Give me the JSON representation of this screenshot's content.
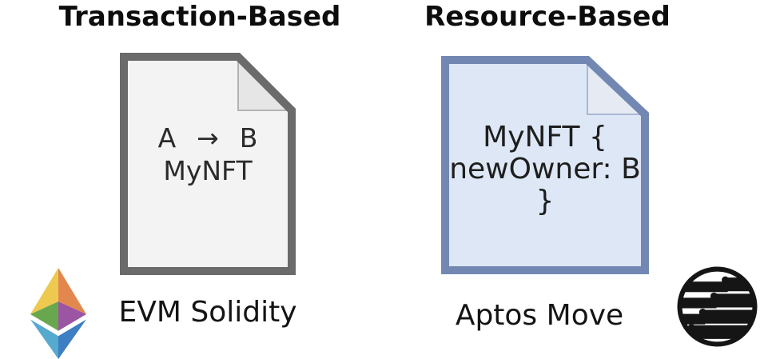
{
  "left": {
    "title": "Transaction-Based",
    "doc": {
      "from": "A",
      "arrow": "→",
      "to": "B",
      "name": "MyNFT"
    },
    "label": "EVM Solidity",
    "icon": "ethereum-icon"
  },
  "right": {
    "title": "Resource-Based",
    "doc": {
      "line1": "MyNFT {",
      "line2": "newOwner: B",
      "line3": "}"
    },
    "label": "Aptos Move",
    "icon": "aptos-icon"
  },
  "colors": {
    "left_doc_border": "#6b6b6b",
    "left_doc_fill": "#f3f3f3",
    "left_doc_fold": "#e6e6e6",
    "right_doc_border": "#7288b2",
    "right_doc_fill": "#dde7f6",
    "right_doc_fold": "#e6ebf3",
    "eth_top_left": "#edc94f",
    "eth_top_right": "#e2884e",
    "eth_mid_left": "#69a74e",
    "eth_mid_right": "#9b55a3",
    "eth_bottom_left": "#56a9cf",
    "eth_bottom_right": "#3e7ec2",
    "aptos": "#151515",
    "title_text": "#0d0d0d"
  }
}
